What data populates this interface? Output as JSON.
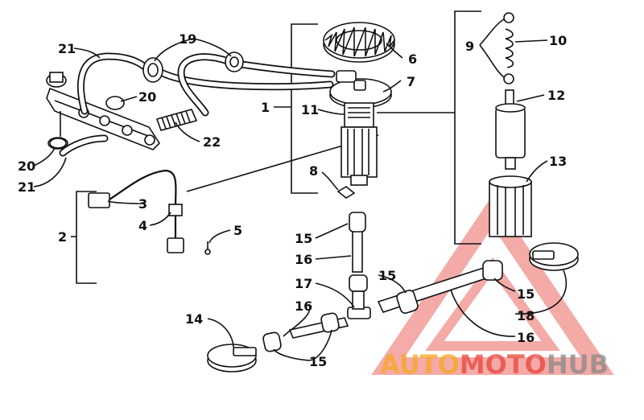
{
  "diagram": {
    "callouts": [
      {
        "id": "c1",
        "label": "1"
      },
      {
        "id": "c2",
        "label": "2"
      },
      {
        "id": "c3",
        "label": "3"
      },
      {
        "id": "c4",
        "label": "4"
      },
      {
        "id": "c5",
        "label": "5"
      },
      {
        "id": "c6",
        "label": "6"
      },
      {
        "id": "c7",
        "label": "7"
      },
      {
        "id": "c8",
        "label": "8"
      },
      {
        "id": "c9",
        "label": "9"
      },
      {
        "id": "c10",
        "label": "10"
      },
      {
        "id": "c11",
        "label": "11"
      },
      {
        "id": "c12",
        "label": "12"
      },
      {
        "id": "c13",
        "label": "13"
      },
      {
        "id": "c14",
        "label": "14"
      },
      {
        "id": "c15a",
        "label": "15"
      },
      {
        "id": "c15b",
        "label": "15"
      },
      {
        "id": "c15c",
        "label": "15"
      },
      {
        "id": "c15d",
        "label": "15"
      },
      {
        "id": "c16a",
        "label": "16"
      },
      {
        "id": "c16b",
        "label": "16"
      },
      {
        "id": "c16c",
        "label": "16"
      },
      {
        "id": "c17",
        "label": "17"
      },
      {
        "id": "c18",
        "label": "18"
      },
      {
        "id": "c19",
        "label": "19"
      },
      {
        "id": "c20a",
        "label": "20"
      },
      {
        "id": "c20b",
        "label": "20"
      },
      {
        "id": "c21a",
        "label": "21"
      },
      {
        "id": "c21b",
        "label": "21"
      },
      {
        "id": "c22",
        "label": "22"
      }
    ]
  },
  "watermark": {
    "part1": "AUTO",
    "part2": "MOTO",
    "part3": "HUB",
    "color_orange": "#f5a623",
    "color_red": "#e8453c",
    "color_gray": "#888888"
  }
}
